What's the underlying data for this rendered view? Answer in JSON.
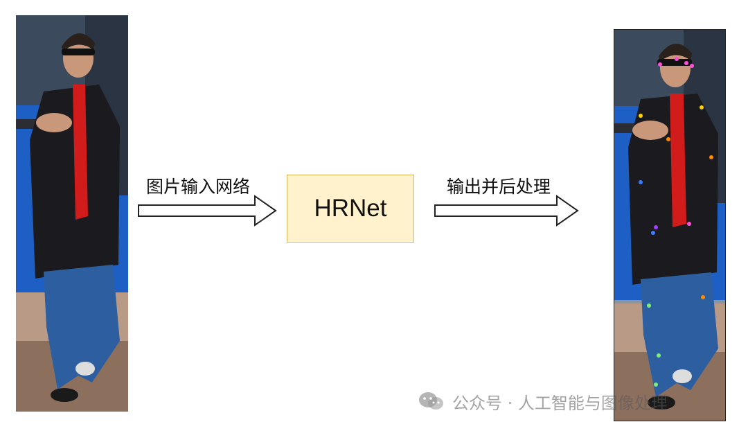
{
  "diagram": {
    "input_label": "图片输入网络",
    "model_name": "HRNet",
    "output_label": "输出并后处理"
  },
  "watermark": {
    "icon": "wechat-icon",
    "text": "公众号 · 人工智能与图像处理"
  },
  "colors": {
    "model_box_fill": "#fff2cc",
    "model_box_border": "#d6b656",
    "keypoint_colors": [
      "#ff4fd8",
      "#ffd200",
      "#3c7bff",
      "#7df07a",
      "#ff8a00",
      "#a040ff"
    ]
  }
}
